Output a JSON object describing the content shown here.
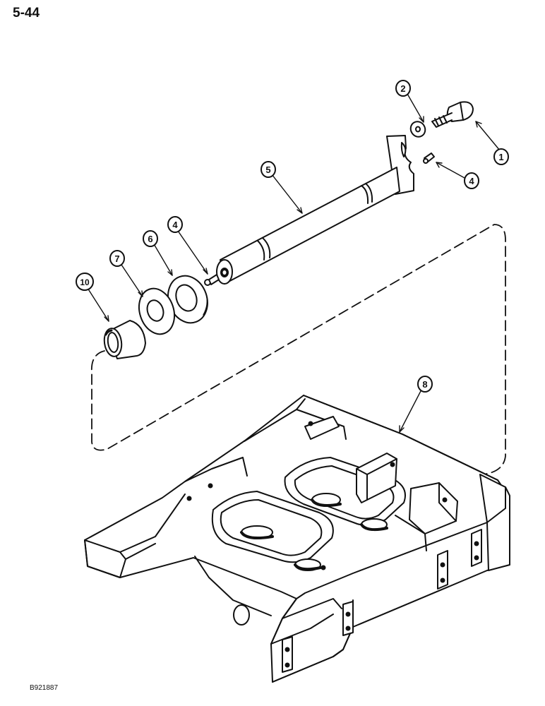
{
  "page_number": "5-44",
  "figure_code": "B921887",
  "callouts": [
    {
      "id": "c1",
      "label": "1"
    },
    {
      "id": "c2",
      "label": "2"
    },
    {
      "id": "c4a",
      "label": "4"
    },
    {
      "id": "c4b",
      "label": "4"
    },
    {
      "id": "c5",
      "label": "5"
    },
    {
      "id": "c6",
      "label": "6"
    },
    {
      "id": "c7",
      "label": "7"
    },
    {
      "id": "c8",
      "label": "8"
    },
    {
      "id": "c10",
      "label": "10"
    }
  ]
}
